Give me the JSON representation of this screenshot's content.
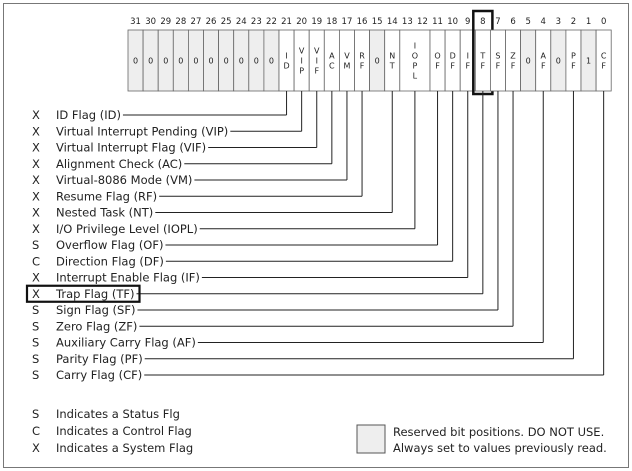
{
  "bits": [
    31,
    30,
    29,
    28,
    27,
    26,
    25,
    24,
    23,
    22,
    21,
    20,
    19,
    18,
    17,
    16,
    15,
    14,
    13,
    12,
    11,
    10,
    9,
    8,
    7,
    6,
    5,
    4,
    3,
    2,
    1,
    0
  ],
  "register_cells": [
    {
      "bit": 31,
      "text": [
        "0"
      ],
      "reserved": true
    },
    {
      "bit": 30,
      "text": [
        "0"
      ],
      "reserved": true
    },
    {
      "bit": 29,
      "text": [
        "0"
      ],
      "reserved": true
    },
    {
      "bit": 28,
      "text": [
        "0"
      ],
      "reserved": true
    },
    {
      "bit": 27,
      "text": [
        "0"
      ],
      "reserved": true
    },
    {
      "bit": 26,
      "text": [
        "0"
      ],
      "reserved": true
    },
    {
      "bit": 25,
      "text": [
        "0"
      ],
      "reserved": true
    },
    {
      "bit": 24,
      "text": [
        "0"
      ],
      "reserved": true
    },
    {
      "bit": 23,
      "text": [
        "0"
      ],
      "reserved": true
    },
    {
      "bit": 22,
      "text": [
        "0"
      ],
      "reserved": true
    },
    {
      "bit": 21,
      "text": [
        "I",
        "D"
      ],
      "reserved": false
    },
    {
      "bit": 20,
      "text": [
        "V",
        "I",
        "P"
      ],
      "reserved": false
    },
    {
      "bit": 19,
      "text": [
        "V",
        "I",
        "F"
      ],
      "reserved": false
    },
    {
      "bit": 18,
      "text": [
        "A",
        "C"
      ],
      "reserved": false
    },
    {
      "bit": 17,
      "text": [
        "V",
        "M"
      ],
      "reserved": false
    },
    {
      "bit": 16,
      "text": [
        "R",
        "F"
      ],
      "reserved": false
    },
    {
      "bit": 15,
      "text": [
        "0"
      ],
      "reserved": true
    },
    {
      "bit": 14,
      "text": [
        "N",
        "T"
      ],
      "reserved": false
    },
    {
      "bit": 13,
      "text": [
        "I",
        "O",
        "P",
        "L"
      ],
      "reserved": false,
      "span": 2
    },
    {
      "bit": 11,
      "text": [
        "O",
        "F"
      ],
      "reserved": false
    },
    {
      "bit": 10,
      "text": [
        "D",
        "F"
      ],
      "reserved": false
    },
    {
      "bit": 9,
      "text": [
        "I",
        "F"
      ],
      "reserved": false
    },
    {
      "bit": 8,
      "text": [
        "T",
        "F"
      ],
      "reserved": false,
      "highlight": true
    },
    {
      "bit": 7,
      "text": [
        "S",
        "F"
      ],
      "reserved": false
    },
    {
      "bit": 6,
      "text": [
        "Z",
        "F"
      ],
      "reserved": false
    },
    {
      "bit": 5,
      "text": [
        "0"
      ],
      "reserved": true
    },
    {
      "bit": 4,
      "text": [
        "A",
        "F"
      ],
      "reserved": false
    },
    {
      "bit": 3,
      "text": [
        "0"
      ],
      "reserved": true
    },
    {
      "bit": 2,
      "text": [
        "P",
        "F"
      ],
      "reserved": false
    },
    {
      "bit": 1,
      "text": [
        "1"
      ],
      "reserved": true
    },
    {
      "bit": 0,
      "text": [
        "C",
        "F"
      ],
      "reserved": false
    }
  ],
  "flags": [
    {
      "type": "X",
      "label": "ID Flag (ID)",
      "bit": 21
    },
    {
      "type": "X",
      "label": "Virtual Interrupt Pending (VIP)",
      "bit": 20
    },
    {
      "type": "X",
      "label": "Virtual Interrupt Flag (VIF)",
      "bit": 19
    },
    {
      "type": "X",
      "label": "Alignment Check (AC)",
      "bit": 18
    },
    {
      "type": "X",
      "label": "Virtual-8086 Mode (VM)",
      "bit": 17
    },
    {
      "type": "X",
      "label": "Resume Flag (RF)",
      "bit": 16
    },
    {
      "type": "X",
      "label": "Nested Task (NT)",
      "bit": 14
    },
    {
      "type": "X",
      "label": "I/O Privilege Level (IOPL)",
      "bit": 12.5
    },
    {
      "type": "S",
      "label": "Overflow Flag (OF)",
      "bit": 11
    },
    {
      "type": "C",
      "label": "Direction Flag (DF)",
      "bit": 10
    },
    {
      "type": "X",
      "label": "Interrupt Enable Flag (IF)",
      "bit": 9
    },
    {
      "type": "X",
      "label": "Trap Flag (TF)",
      "bit": 8,
      "highlight": true
    },
    {
      "type": "S",
      "label": "Sign Flag (SF)",
      "bit": 7
    },
    {
      "type": "S",
      "label": "Zero Flag (ZF)",
      "bit": 6
    },
    {
      "type": "S",
      "label": "Auxiliary Carry Flag (AF)",
      "bit": 4
    },
    {
      "type": "S",
      "label": "Parity Flag (PF)",
      "bit": 2
    },
    {
      "type": "S",
      "label": "Carry Flag (CF)",
      "bit": 0
    }
  ],
  "legend": [
    {
      "code": "S",
      "text": "Indicates a Status Flg"
    },
    {
      "code": "C",
      "text": "Indicates a Control Flag"
    },
    {
      "code": "X",
      "text": "Indicates a System Flag"
    }
  ],
  "reserved_note": {
    "line1": "Reserved bit positions. DO NOT USE.",
    "line2": "Always set to values previously read."
  },
  "colors": {
    "reserved_fill": "#eeeeee",
    "line": "#222222",
    "highlight": "#111111"
  }
}
